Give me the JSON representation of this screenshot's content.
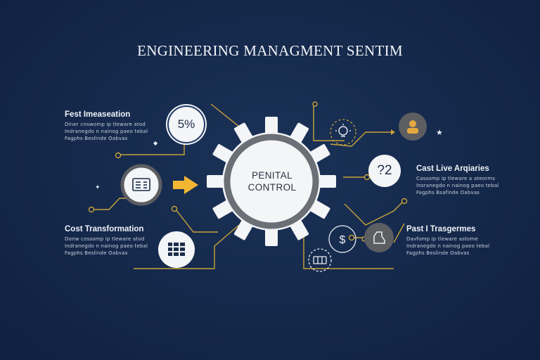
{
  "title": "ENGINEERING MANAGMENT SENTIM",
  "hub": {
    "line1": "PENITAL",
    "line2": "CONTROL"
  },
  "badges": {
    "percent": "5%",
    "question": "?2"
  },
  "blocks": [
    {
      "id": "top-left",
      "heading": "Fest Imeaseation",
      "lines": [
        "Diner cnswomp ip tleware atod",
        "Indranegdo n nainog paeo tebal",
        "Fagphs Beslinde Oabvas"
      ]
    },
    {
      "id": "bottom-left",
      "heading": "Cost Transformation",
      "lines": [
        "Donw cossomp ip tleware atod",
        "Indranegdo n nainog paeo tebal",
        "Fagphs Beslinde Oabvas"
      ]
    },
    {
      "id": "right-middle",
      "heading": "Cast Live Arqiaries",
      "lines": [
        "Cassomp ip tleware a ateorms",
        "Insranegdo n nainog paeo tebal",
        "Fagphs Bsafinde Oabvas"
      ]
    },
    {
      "id": "right-bottom",
      "heading": "Past I Trasgermes",
      "lines": [
        "Davfomp ip tleware astome",
        "Indranegdo n nainog paeo tebal",
        "Fagphs Beslinde Oabvas"
      ]
    }
  ],
  "colors": {
    "background": "#14284a",
    "accent_line": "#c9a23a",
    "arrow": "#f2b632",
    "gear": "#f4f5f7",
    "gear_ring": "#6b6f76",
    "dark_badge": "#5d5e62",
    "person_badge": "#e3a93f"
  },
  "icons": [
    "document-icon",
    "arrow-right-icon",
    "grid-icon",
    "lightbulb-icon",
    "person-icon",
    "dollar-icon",
    "hand-icon",
    "cash-icon",
    "star-icon"
  ]
}
